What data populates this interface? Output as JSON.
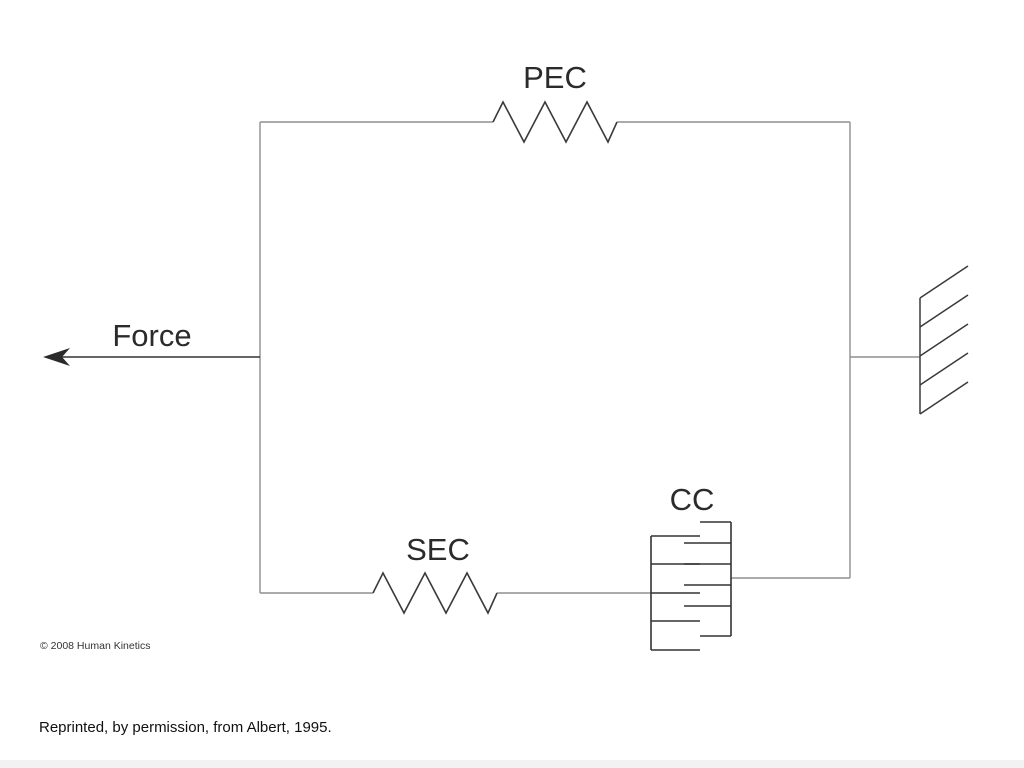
{
  "diagram": {
    "labels": {
      "pec": "PEC",
      "force": "Force",
      "cc": "CC",
      "sec": "SEC"
    },
    "copyright": "© 2008 Human Kinetics",
    "caption": "Reprinted, by permission, from Albert, 1995."
  },
  "colors": {
    "wire": "#8f8f8f",
    "component": "#3a3a3a",
    "text": "#2b2b2b"
  }
}
